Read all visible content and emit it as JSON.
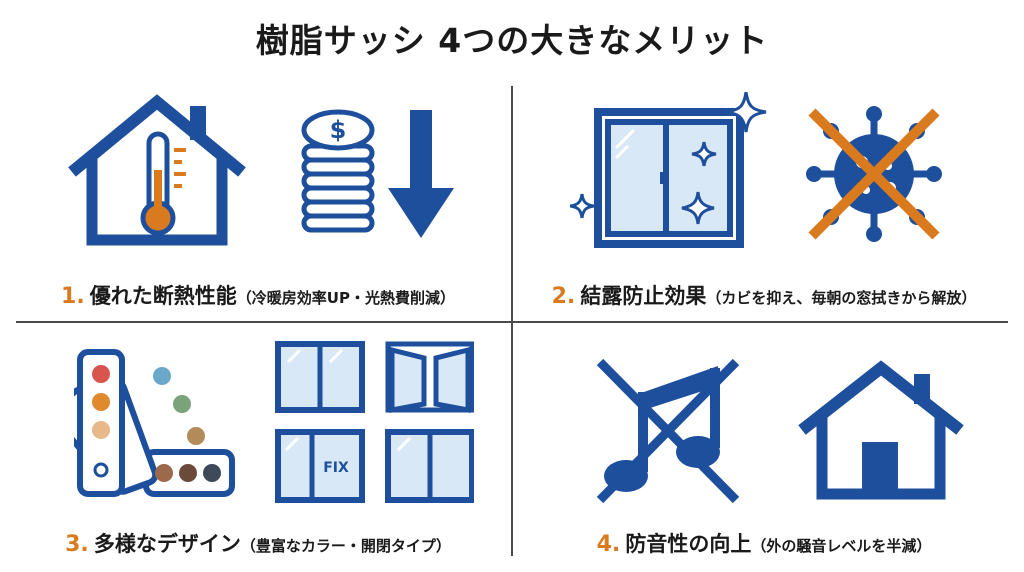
{
  "title": "樹脂サッシ 4つの大きなメリット",
  "colors": {
    "blue": "#1e4f9c",
    "orange": "#d97a1e",
    "glass": "#d9e8f7"
  },
  "merits": [
    {
      "number": "1.",
      "heading": "優れた断熱性能",
      "detail": "（冷暖房効率UP・光熱費削減）",
      "icons": [
        "house-thermometer-icon",
        "coin-stack-icon",
        "arrow-down-icon"
      ]
    },
    {
      "number": "2.",
      "heading": "結露防止効果",
      "detail": "（カビを抑え、毎朝の窓拭きから解放）",
      "icons": [
        "sparkling-window-icon",
        "crossed-mold-icon"
      ]
    },
    {
      "number": "3.",
      "heading": "多様なデザイン",
      "detail": "（豊富なカラー・開閉タイプ）",
      "icons": [
        "color-swatch-icon",
        "window-types-icon"
      ]
    },
    {
      "number": "4.",
      "heading": "防音性の向上",
      "detail": "（外の騒音レベルを半減）",
      "icons": [
        "crossed-music-note-icon",
        "house-icon"
      ]
    }
  ],
  "window_fix_label": "FIX"
}
